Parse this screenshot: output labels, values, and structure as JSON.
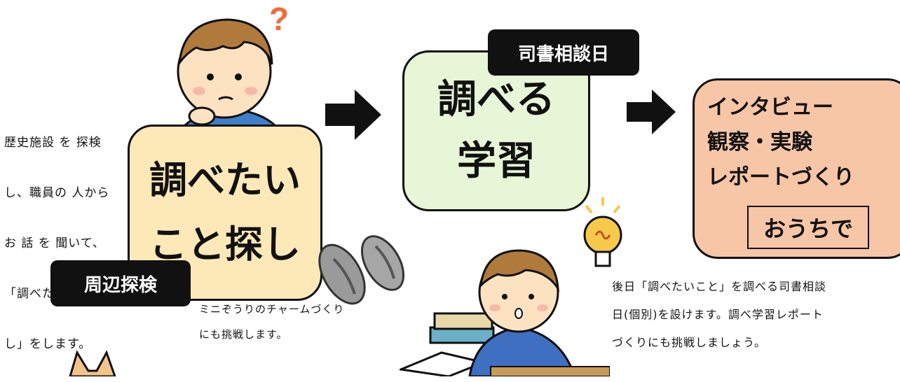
{
  "left_description": {
    "lines": [
      "歴史施設 を 探検",
      "し、職員の 人から",
      "お 話 を 聞いて、",
      "「調べたいこと探",
      "し」をします。"
    ]
  },
  "steps": [
    {
      "lines": [
        "調べたい",
        "こと探し"
      ],
      "label": "周辺探検"
    },
    {
      "lines": [
        "調べる",
        "学習"
      ],
      "label": "司書相談日"
    },
    {
      "lines": [
        "インタビュー",
        "観察・実験",
        "レポートづくり"
      ],
      "tag": "おうちで"
    }
  ],
  "captions": {
    "middle": [
      "ミニぞうりのチャームづくり",
      "にも挑戦します。"
    ],
    "right": [
      "後日「調べたいこと」を調べる司書相談",
      "日(個別)を設けます。調べ学習レポート",
      "づくりにも挑戦しましょう。"
    ]
  },
  "icons": {
    "question_mark": "question-mark-icon",
    "lightbulb": "lightbulb-icon",
    "arrow": "right-arrow-icon"
  },
  "colors": {
    "box1": "#fde8b8",
    "box2": "#e6f6d6",
    "box3": "#f7c6a6",
    "label": "#111111",
    "question_mark": "#f26a3a",
    "lightbulb": "#f6c94a"
  }
}
